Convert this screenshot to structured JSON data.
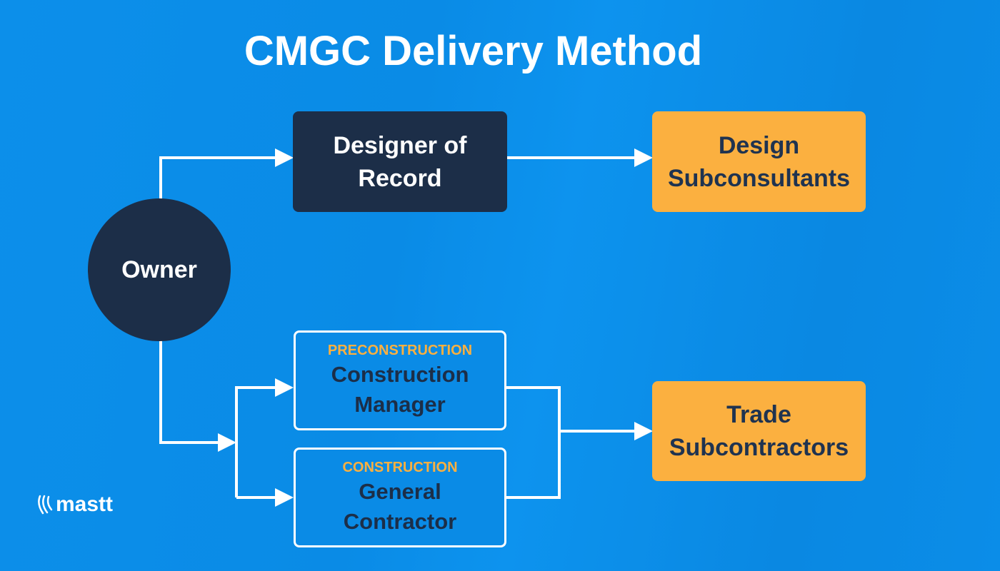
{
  "title": "CMGC Delivery Method",
  "nodes": {
    "owner": "Owner",
    "designer": "Designer of Record",
    "design_sub": "Design Subconsultants",
    "cm": {
      "tag": "PRECONSTRUCTION",
      "label": "Construction Manager"
    },
    "gc": {
      "tag": "CONSTRUCTION",
      "label": "General Contractor"
    },
    "trade_sub": "Trade Subcontractors"
  },
  "logo": "mastt",
  "colors": {
    "background": "#0b8de8",
    "dark": "#1c2e48",
    "orange": "#fbb040",
    "line": "#ffffff"
  }
}
